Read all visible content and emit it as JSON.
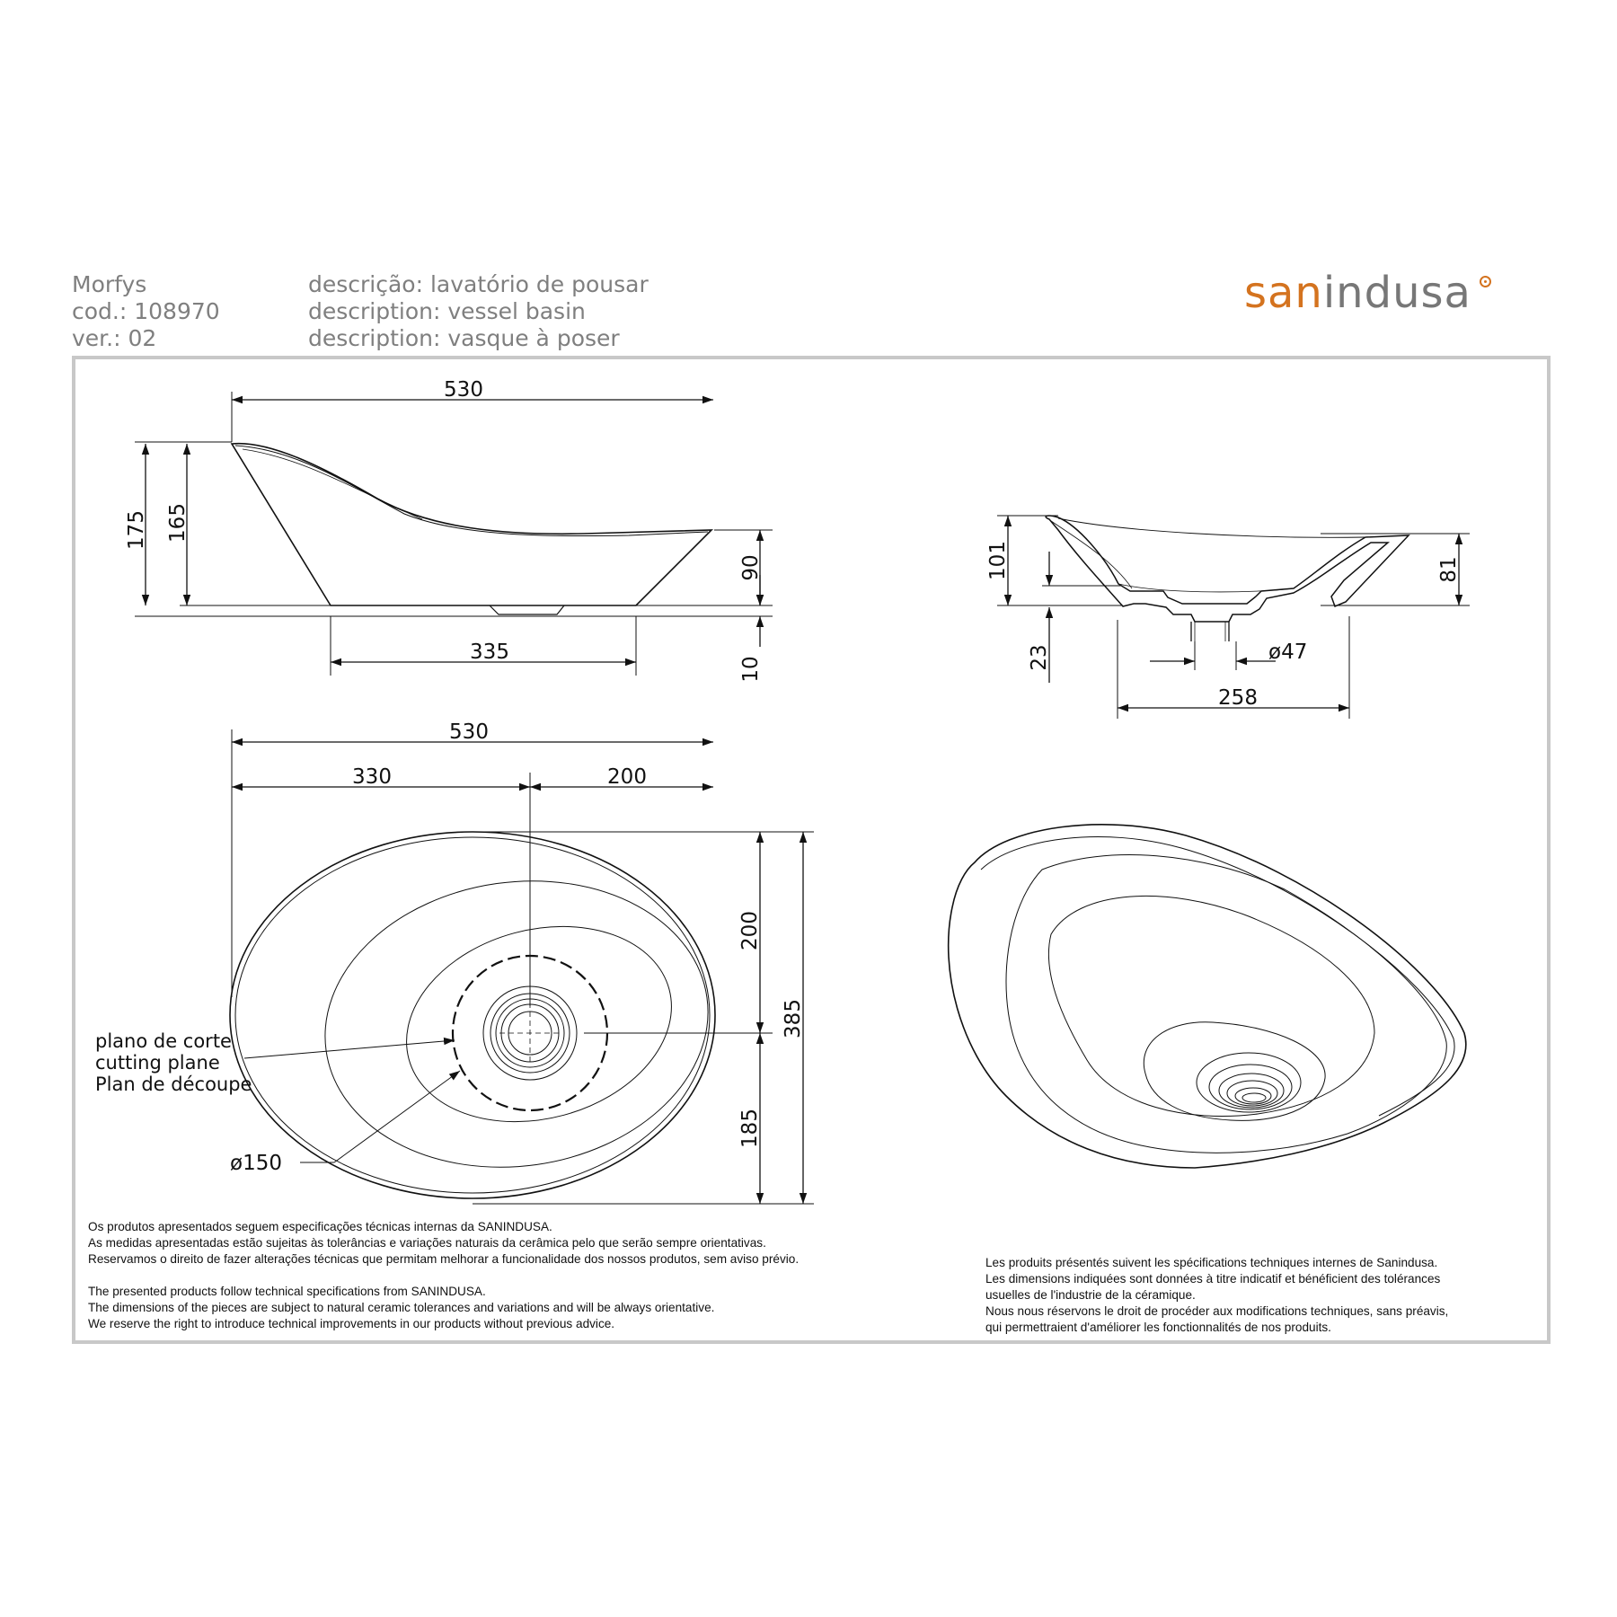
{
  "header": {
    "product_name": "Morfys",
    "code": "cod.: 108970",
    "version": "ver.: 02",
    "description_pt": "descrição: lavatório de pousar",
    "description_en": "description: vessel basin",
    "description_fr": "description: vasque à poser"
  },
  "logo": {
    "part1": "san",
    "part2": "indusa",
    "brand_color": "#d4731f"
  },
  "side_view": {
    "width_total": "530",
    "height_175": "175",
    "height_165": "165",
    "height_90": "90",
    "height_10": "10",
    "base_width": "335"
  },
  "section_view": {
    "height_101": "101",
    "height_81": "81",
    "height_23": "23",
    "drain_diameter": "ø47",
    "width_258": "258"
  },
  "plan_view": {
    "width_total": "530",
    "width_left": "330",
    "width_right": "200",
    "height_total": "385",
    "height_top": "200",
    "height_bottom": "185",
    "cut_label_pt": "plano de corte",
    "cut_label_en": "cutting plane",
    "cut_label_fr": "Plan de découpe",
    "cut_diameter": "ø150"
  },
  "notes": {
    "pt_1": "Os produtos apresentados seguem especificações técnicas internas da SANINDUSA.",
    "pt_2": "As medidas apresentadas estão sujeitas às tolerâncias e variações naturais da cerâmica pelo que serão sempre orientativas.",
    "pt_3": "Reservamos o direito de fazer alterações técnicas que permitam melhorar a funcionalidade dos nossos produtos, sem aviso prévio.",
    "en_1": "The presented products follow technical specifications from SANINDUSA.",
    "en_2": "The dimensions of the pieces are subject to natural ceramic tolerances and variations and will be always orientative.",
    "en_3": "We reserve the right to introduce technical improvements in our products without previous advice.",
    "fr_1": "Les produits présentés suivent les spécifications techniques internes de Sanindusa.",
    "fr_2": "Les dimensions indiquées sont données à titre indicatif et bénéficient des tolérances",
    "fr_3": "usuelles de l'industrie de la céramique.",
    "fr_4": "Nous nous réservons le droit de procéder aux modifications techniques, sans préavis,",
    "fr_5": "qui permettraient d'améliorer les fonctionnalités de nos produits."
  }
}
